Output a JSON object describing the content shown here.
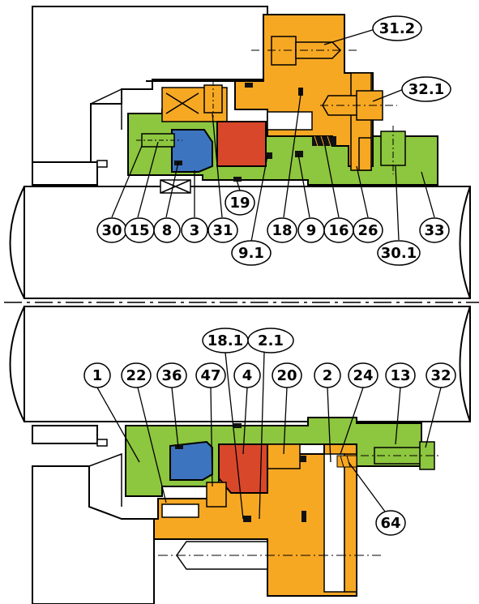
{
  "colors": {
    "orange": "#F7A823",
    "green": "#8DC63F",
    "blue": "#3D74C0",
    "red": "#D9472B",
    "black": "#000000",
    "white": "#FFFFFF"
  },
  "callouts": [
    {
      "id": "31.2",
      "text": "31.2"
    },
    {
      "id": "32.1",
      "text": "32.1"
    },
    {
      "id": "30",
      "text": "30"
    },
    {
      "id": "15",
      "text": "15"
    },
    {
      "id": "8",
      "text": "8"
    },
    {
      "id": "3",
      "text": "3"
    },
    {
      "id": "31",
      "text": "31"
    },
    {
      "id": "19",
      "text": "19"
    },
    {
      "id": "9.1",
      "text": "9.1"
    },
    {
      "id": "18",
      "text": "18"
    },
    {
      "id": "9",
      "text": "9"
    },
    {
      "id": "16",
      "text": "16"
    },
    {
      "id": "26",
      "text": "26"
    },
    {
      "id": "30.1",
      "text": "30.1"
    },
    {
      "id": "33",
      "text": "33"
    },
    {
      "id": "18.1",
      "text": "18.1"
    },
    {
      "id": "2.1",
      "text": "2.1"
    },
    {
      "id": "1",
      "text": "1"
    },
    {
      "id": "22",
      "text": "22"
    },
    {
      "id": "36",
      "text": "36"
    },
    {
      "id": "47",
      "text": "47"
    },
    {
      "id": "4",
      "text": "4"
    },
    {
      "id": "20",
      "text": "20"
    },
    {
      "id": "2",
      "text": "2"
    },
    {
      "id": "24",
      "text": "24"
    },
    {
      "id": "13",
      "text": "13"
    },
    {
      "id": "32",
      "text": "32"
    },
    {
      "id": "64",
      "text": "64"
    }
  ]
}
